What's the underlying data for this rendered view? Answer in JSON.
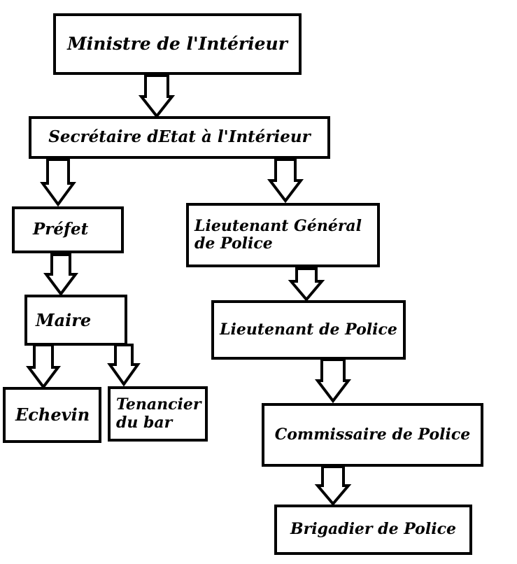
{
  "nodes": {
    "ministre": "Ministre de l'Intérieur",
    "secretaire": "Secrétaire dEtat à l'Intérieur",
    "prefet": "Préfet",
    "maire": "Maire",
    "echevin": "Echevin",
    "tenancier_line1": "Tenancier",
    "tenancier_line2": "du bar",
    "lieutenant_general_line1": "Lieutenant Général",
    "lieutenant_general_line2": "de Police",
    "lieutenant": "Lieutenant de Police",
    "commissaire": "Commissaire de Police",
    "brigadier": "Brigadier de Police"
  },
  "colors": {
    "stroke": "#000000",
    "fill": "#ffffff"
  }
}
